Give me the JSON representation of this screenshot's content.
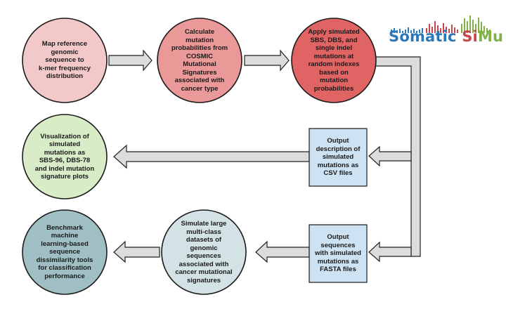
{
  "logo": {
    "part1": "Somatic",
    "part2": "Si",
    "part3": "Mu",
    "colors": [
      "#2a78b8",
      "#c5474b",
      "#7fb146"
    ]
  },
  "nodes": {
    "map_reference": {
      "text": "Map reference\ngenomic\nsequence to\nk-mer frequency\ndistribution",
      "shape": "circle",
      "color": "#f3c8c9"
    },
    "calculate_probs": {
      "text": "Calculate\nmutation\nprobabilities from\nCOSMIC\nMutational\nSignatures\nassociated with\ncancer type",
      "shape": "circle",
      "color": "#eb9898"
    },
    "apply_mutations": {
      "text": "Apply simulated\nSBS, DBS, and\nsingle indel\nmutations at\nrandom indexes\nbased on\nmutation\nprobabilities",
      "shape": "circle",
      "color": "#e06464"
    },
    "output_csv": {
      "text": "Output\ndescription of\nsimulated\nmutations as\nCSV files",
      "shape": "box",
      "color": "#cde3f3"
    },
    "visualization": {
      "text": "Visualization of\nsimulated\nmutations as\nSBS-96, DBS-78\nand indel mutation\nsignature plots",
      "shape": "circle",
      "color": "#d8ecc8"
    },
    "output_fasta": {
      "text": "Output\nsequences\nwith simulated\nmutations as\nFASTA files",
      "shape": "box",
      "color": "#cde3f3"
    },
    "simulate_datasets": {
      "text": "Simulate large\nmulti-class\ndatasets of\ngenomic\nsequences\nassociated with\ncancer mutational\nsignatures",
      "shape": "circle",
      "color": "#d3e2e4"
    },
    "benchmark": {
      "text": "Benchmark\nmachine\nlearning-based\nsequence\ndissimilarity tools\nfor classification\nperformance",
      "shape": "circle",
      "color": "#9fbfc5"
    }
  }
}
